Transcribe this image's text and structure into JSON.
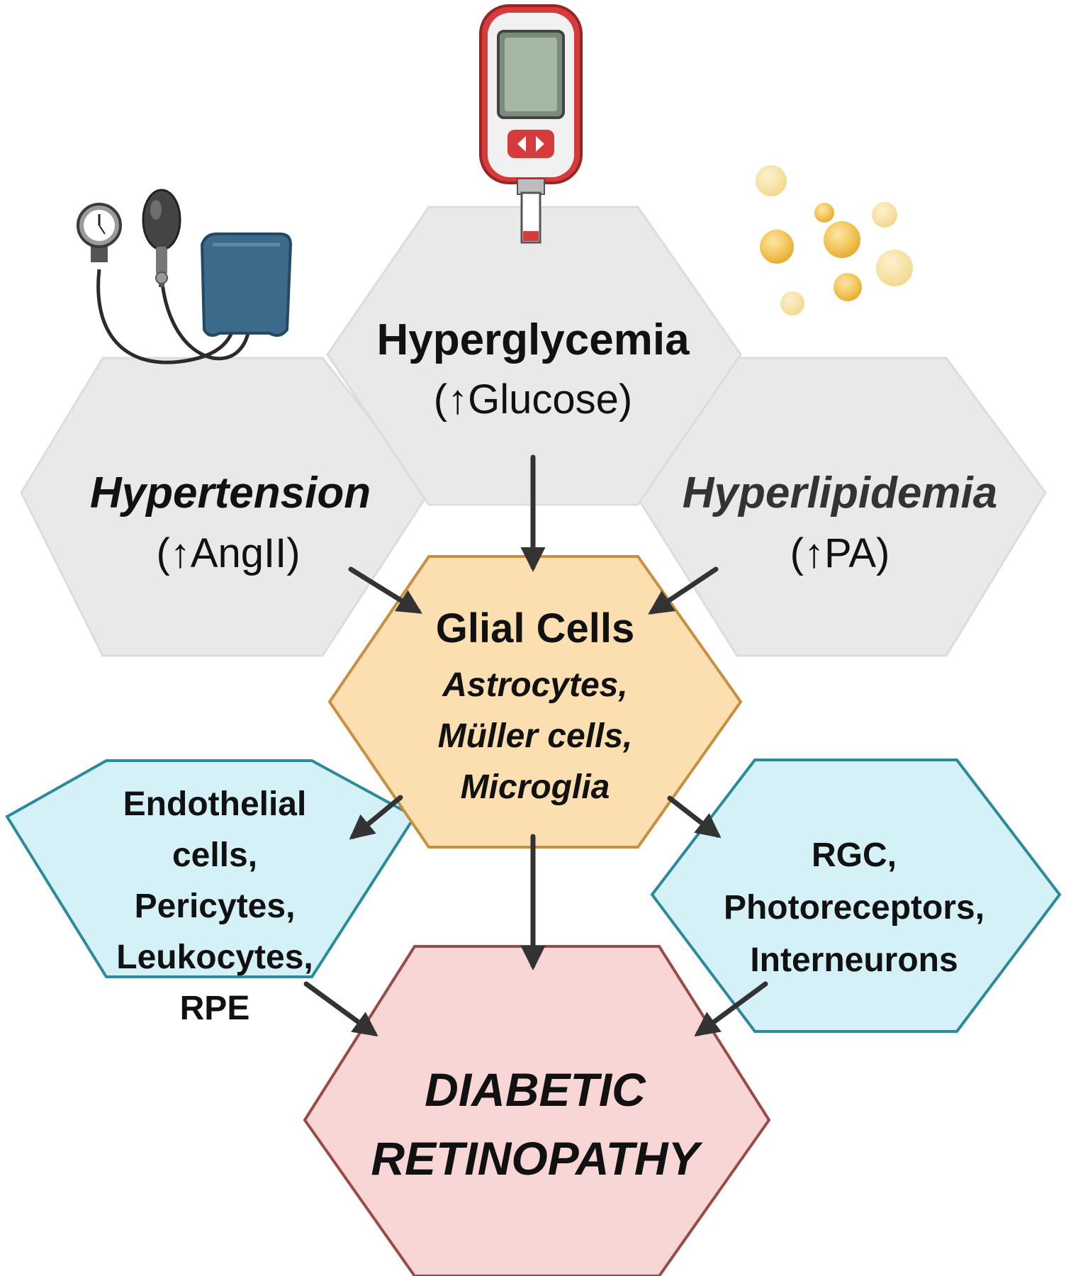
{
  "nodes": {
    "hypertension": {
      "title": "Hypertension",
      "subtitle": "(↑AngII)"
    },
    "hyperglycemia": {
      "title": "Hyperglycemia",
      "subtitle": "(↑Glucose)"
    },
    "hyperlipidemia": {
      "title": "Hyperlipidemia",
      "subtitle": "(↑PA)"
    },
    "glial": {
      "title": "Glial Cells",
      "lines": [
        "Astrocytes,",
        "Müller cells,",
        "Microglia"
      ]
    },
    "vascular": {
      "lines": [
        "Endothelial",
        "cells,",
        "Pericytes,",
        "Leukocytes,",
        "RPE"
      ]
    },
    "neural": {
      "lines": [
        "RGC,",
        "Photoreceptors,",
        "Interneurons"
      ]
    },
    "outcome": {
      "lines": [
        "DIABETIC",
        "RETINOPATHY"
      ]
    }
  },
  "icons": {
    "blood_pressure": "sphygmomanometer-icon",
    "glucose_meter": "glucometer-icon",
    "lipids": "lipid-droplets-icon"
  },
  "colors": {
    "risk_fill": "#e9e9e9",
    "risk_stroke": "#dcdcdc",
    "glial_fill": "#fbdfb1",
    "glial_stroke": "#c88f3e",
    "cell_fill": "#d5f1f8",
    "cell_stroke": "#2b8a9c",
    "outcome_fill": "#f8d6d6",
    "outcome_stroke": "#9a4b45",
    "arrow": "#333333"
  }
}
